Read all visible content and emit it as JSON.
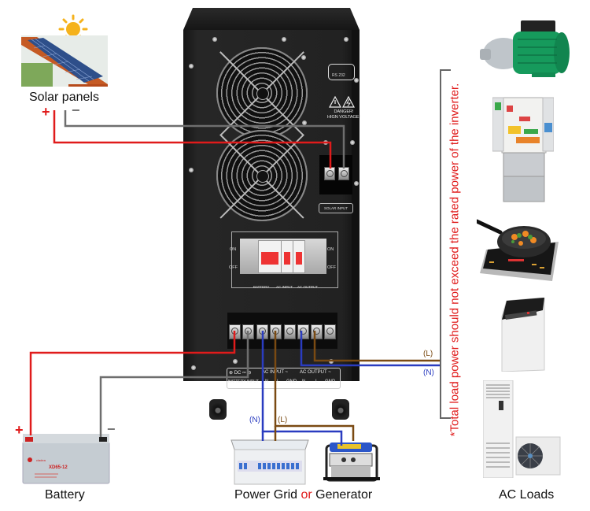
{
  "title": "Solar inverter wiring diagram",
  "colors": {
    "positive_wire": "#e01b1b",
    "negative_wire": "#6e6e6e",
    "live_wire": "#7a4a12",
    "neutral_wire": "#2a3cc0",
    "note_text": "#e01b1b",
    "inverter_body": "#1e1e1e"
  },
  "solar": {
    "label": "Solar panels",
    "plus": "+",
    "minus": "−",
    "icon": "sun-icon"
  },
  "battery": {
    "label": "Battery",
    "plus": "+",
    "minus": "−",
    "model": "XD65-12"
  },
  "grid": {
    "label_part1": "Power Grid ",
    "label_or": "or",
    "label_part2": " Generator",
    "wire_n": "(N)",
    "wire_l": "(L)"
  },
  "loads": {
    "label": "AC Loads",
    "wire_l": "(L)",
    "wire_n": "(N)",
    "items": [
      "water-pump",
      "refrigerator",
      "induction-cooker",
      "washing-machine",
      "air-conditioner"
    ],
    "note": "*Total load power should not exceed the rated power of the inverter."
  },
  "inverter": {
    "rs232": "RS 232",
    "danger_line1": "DANGER!",
    "danger_line2": "HIGN VOLTAGE!",
    "solar_input": "SOLAR INPUT",
    "on": "ON",
    "off": "OFF",
    "breaker_labels": [
      "BATTERY",
      "AC INPUT",
      "AC OUTPUT"
    ],
    "panel": {
      "dc": "⊕ DC ⎓ ⊖",
      "battery_input": "BATTERY INPUT",
      "ac_input": "AC INPUT ~",
      "ac_output": "AC OUTPUT ~",
      "terminals": [
        "N",
        "L",
        "GND",
        "N",
        "L",
        "GND"
      ]
    }
  }
}
